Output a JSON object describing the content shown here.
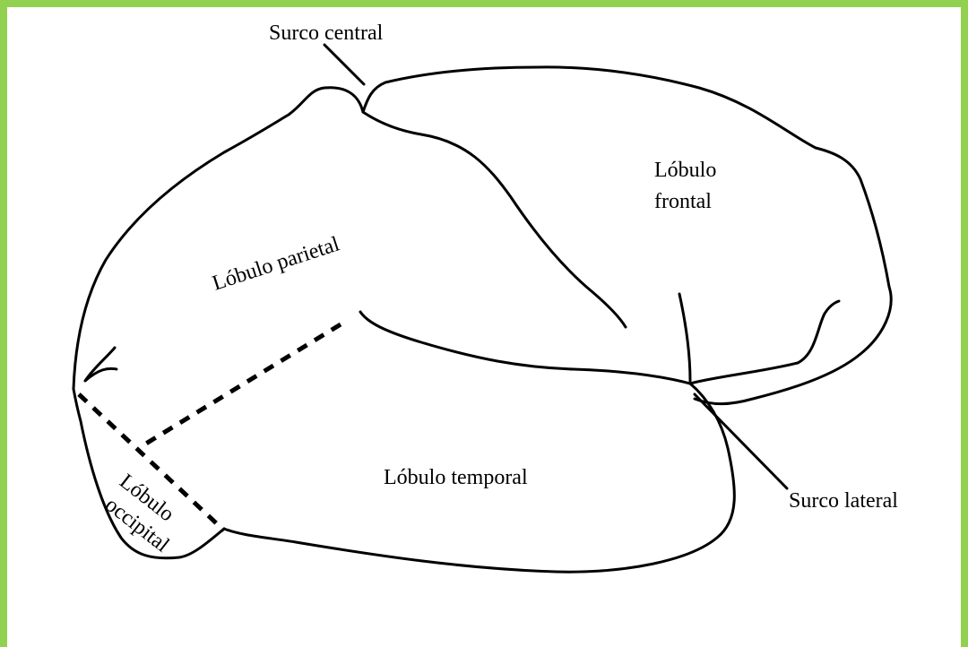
{
  "border_color": "#92d050",
  "labels": {
    "surco_central": "Surco central",
    "lobulo_frontal_line1": "Lóbulo",
    "lobulo_frontal_line2": "frontal",
    "lobulo_parietal": "Lóbulo parietal",
    "lobulo_temporal": "Lóbulo temporal",
    "lobulo_occipital_line1": "Lóbulo",
    "lobulo_occipital_line2": "occipital",
    "surco_lateral": "Surco lateral"
  }
}
